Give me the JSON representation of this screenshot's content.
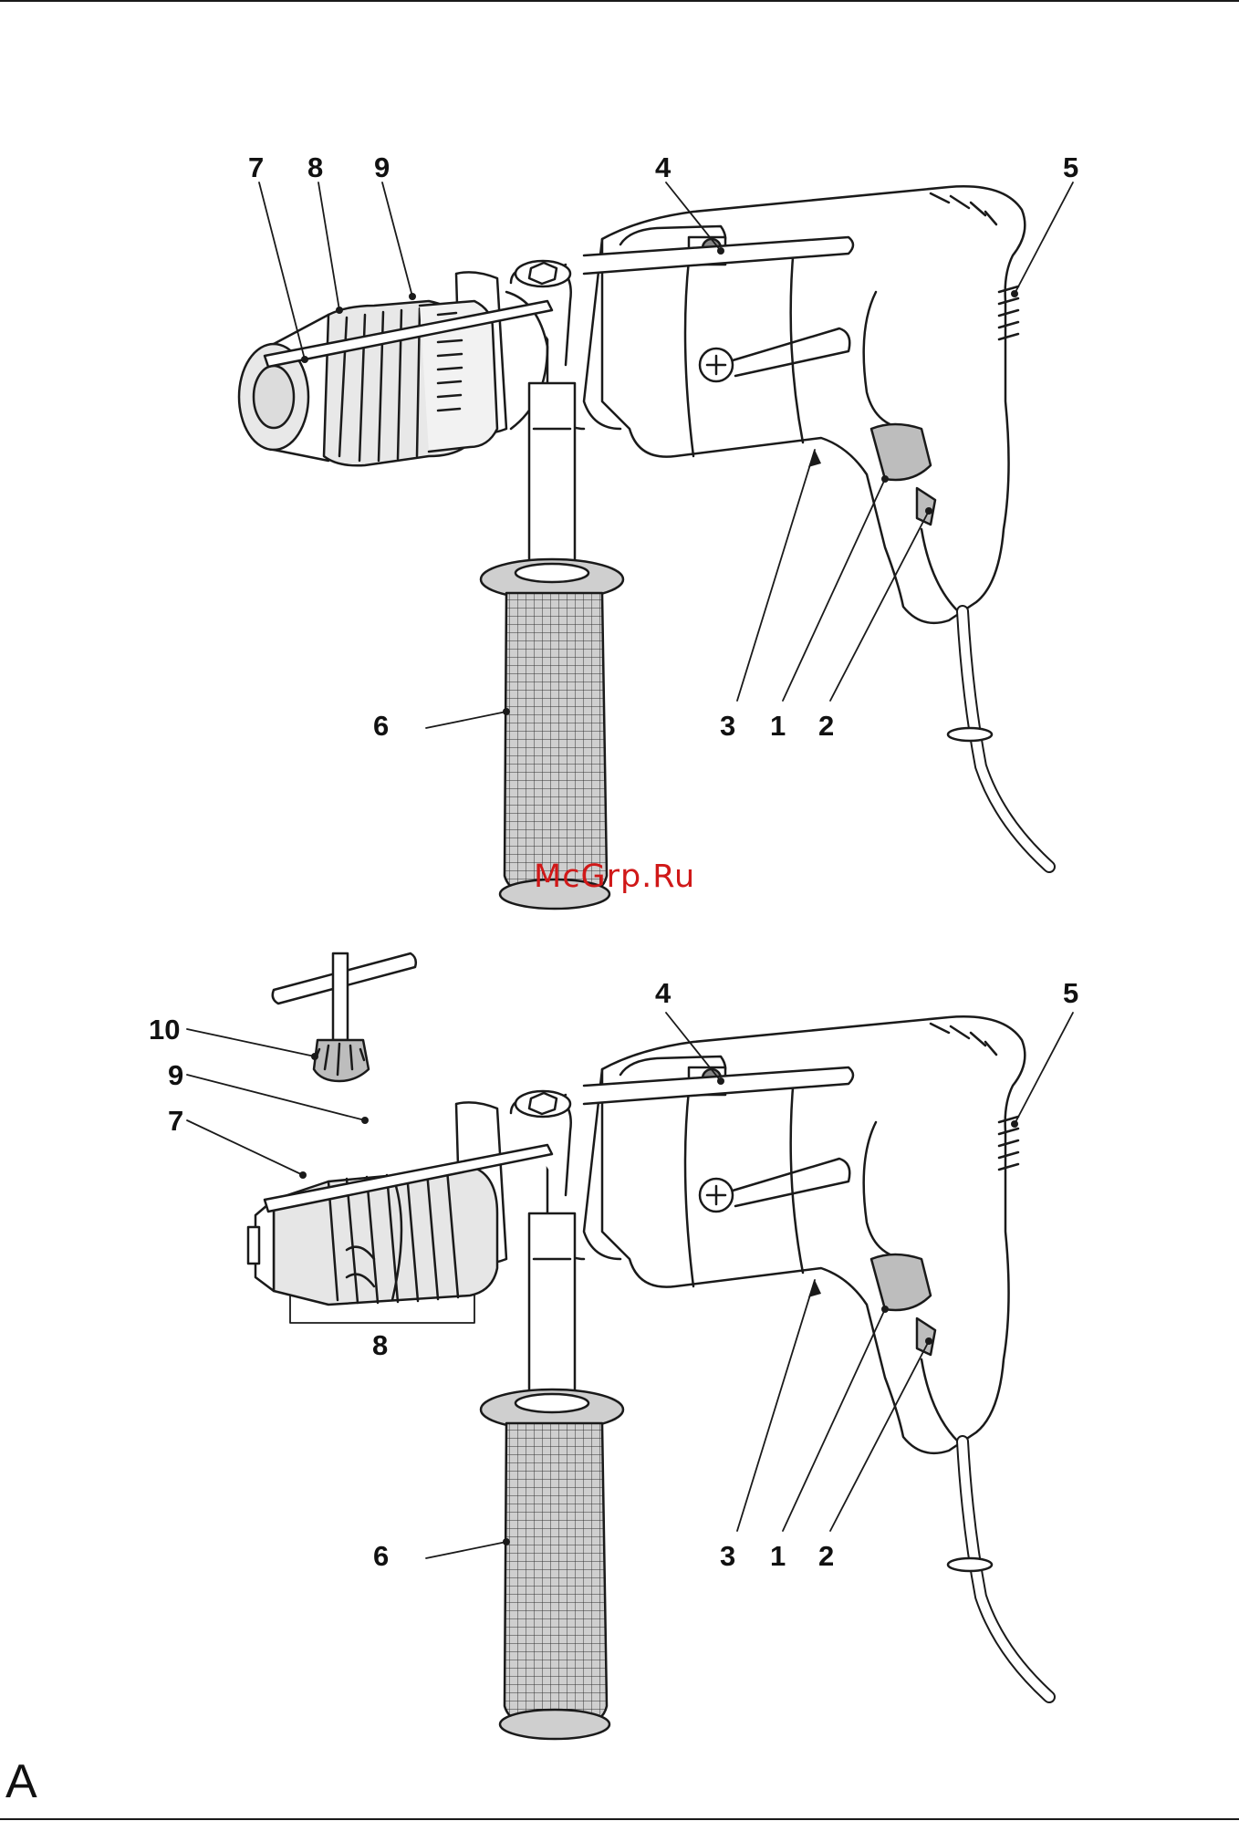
{
  "figure_top": {
    "labels": {
      "l1": "1",
      "l2": "2",
      "l3": "3",
      "l4": "4",
      "l5": "5",
      "l6": "6",
      "l7": "7",
      "l8": "8",
      "l9": "9"
    }
  },
  "figure_bottom": {
    "labels": {
      "l1": "1",
      "l2": "2",
      "l3": "3",
      "l4": "4",
      "l5": "5",
      "l6": "6",
      "l7": "7",
      "l8": "8",
      "l9": "9",
      "l10": "10"
    }
  },
  "watermark": "McGrp.Ru",
  "section_letter": "A"
}
